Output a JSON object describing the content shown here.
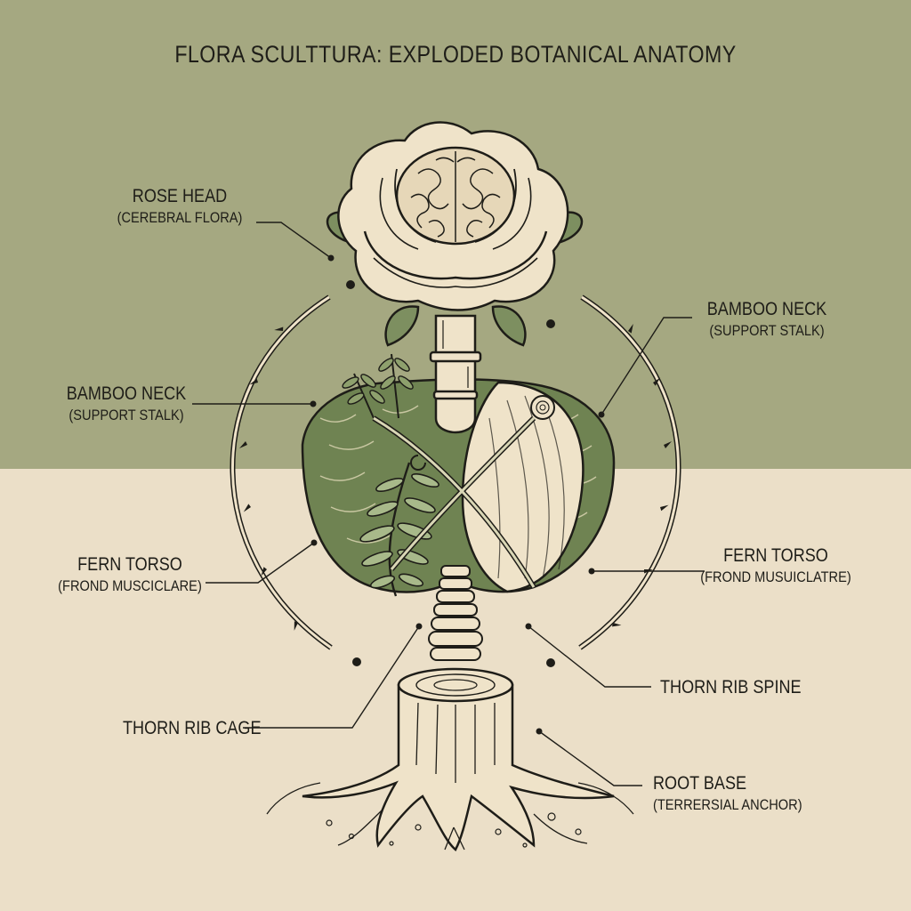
{
  "title": "FLORA SCULTTURA: EXPLODED BOTANICAL ANATOMY",
  "colors": {
    "sage_background": "#a5a881",
    "cream_background": "#ebdfc8",
    "ink": "#1e1d18",
    "petal": "#efe3c9",
    "fern_green": "#5e7347"
  },
  "labels": {
    "rose_head": {
      "main": "ROSE HEAD",
      "sub": "(CEREBRAL FLORA)"
    },
    "bamboo_neck_left": {
      "main": "BAMBOO NECK",
      "sub": "(SUPPORT STALK)"
    },
    "bamboo_neck_right": {
      "main": "BAMBOO NECK",
      "sub": "(SUPPORT STALK)"
    },
    "fern_torso_left": {
      "main": "FERN TORSO",
      "sub": "(FROND MUSCICLARE)"
    },
    "fern_torso_right": {
      "main": "FERN TORSO",
      "sub": "(FROND MUSUICLATRE)"
    },
    "thorn_rib_cage": {
      "main": "THORN RIB CAGE"
    },
    "thorn_rib_spine": {
      "main": "THORN RIB SPINE"
    },
    "root_base": {
      "main": "ROOT BASE",
      "sub": "(TERRERSIAL ANCHOR)"
    }
  }
}
